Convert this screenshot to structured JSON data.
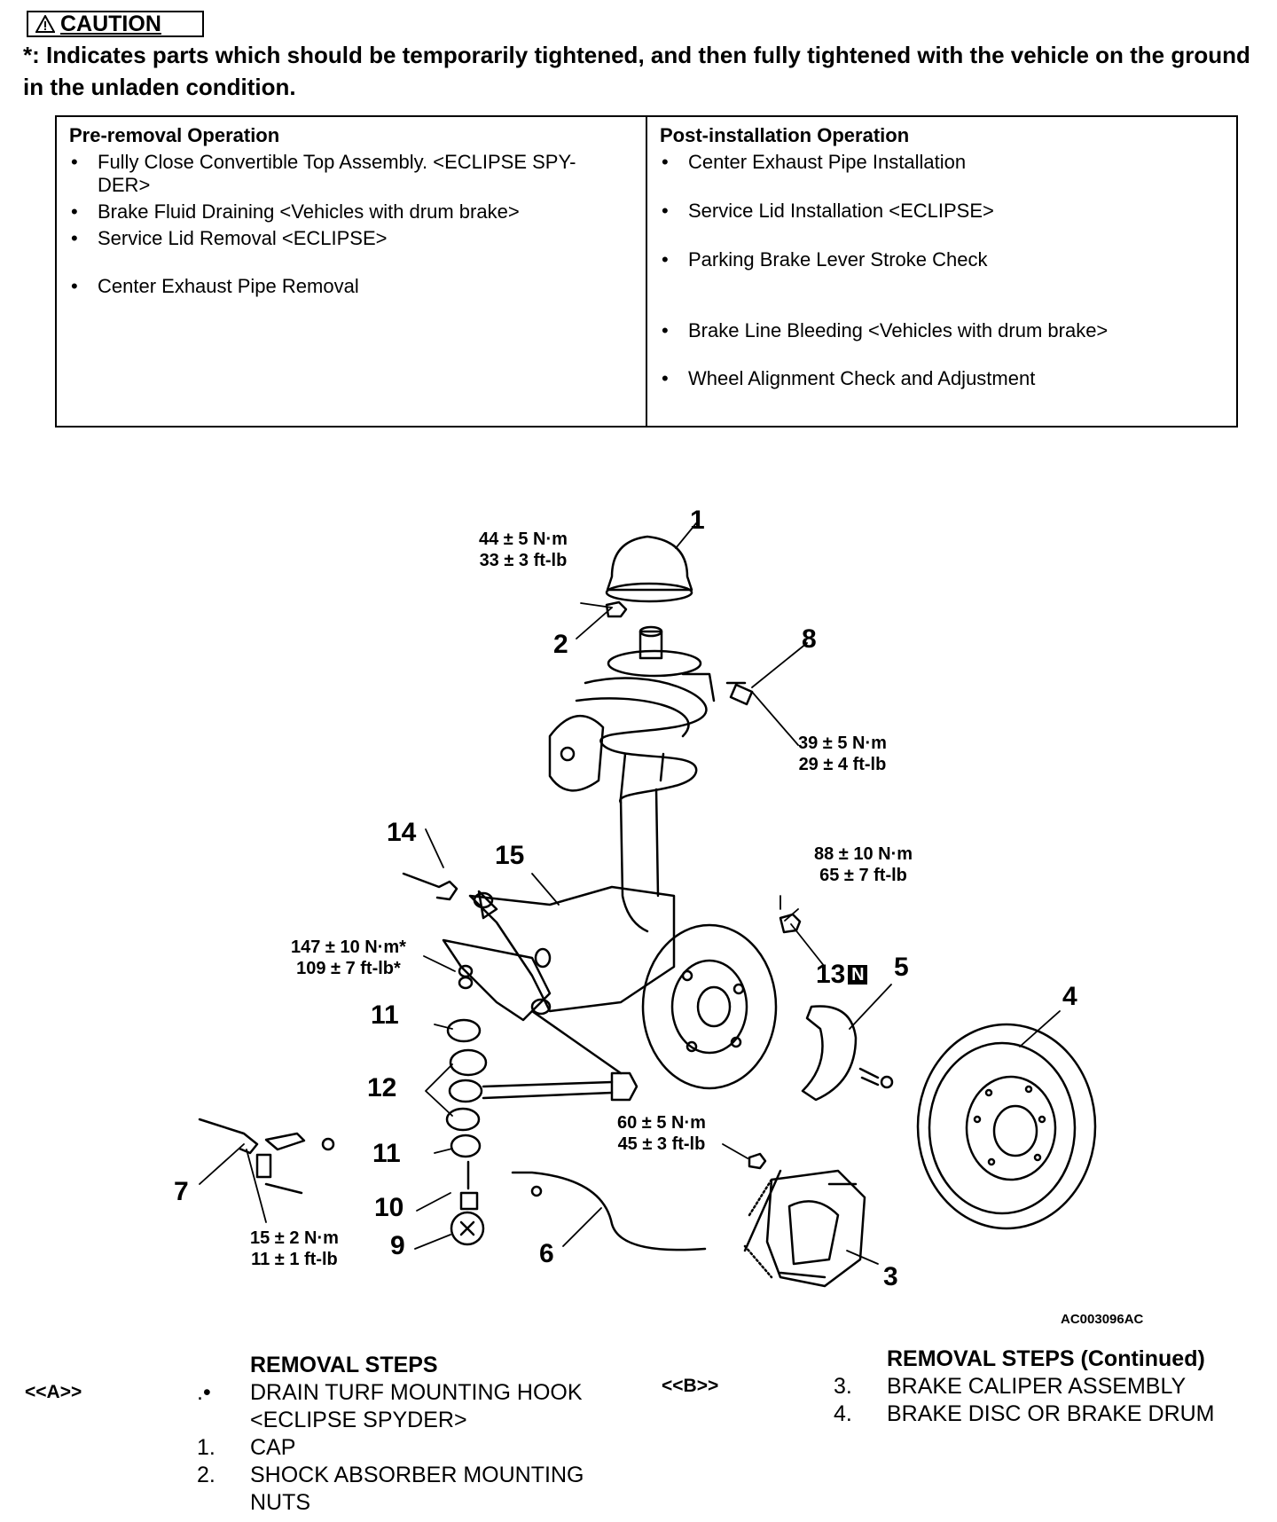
{
  "caution": {
    "label": "CAUTION",
    "note": "*: Indicates parts which should be temporarily tightened, and then fully tightened with the vehicle on the ground in the unladen condition."
  },
  "pre_removal": {
    "heading": "Pre-removal Operation",
    "items": [
      "Fully Close Convertible Top Assembly. <ECLIPSE SPY-DER>",
      "Brake Fluid Draining <Vehicles with drum brake>",
      "Service Lid Removal <ECLIPSE>",
      "Center Exhaust Pipe Removal"
    ]
  },
  "post_installation": {
    "heading": "Post-installation Operation",
    "items": [
      "Center Exhaust Pipe Installation",
      "Service Lid Installation <ECLIPSE>",
      "Parking Brake Lever Stroke Check",
      "Brake Line Bleeding <Vehicles with drum brake>",
      "Wheel Alignment Check and Adjustment"
    ]
  },
  "bullet": "•",
  "diagram": {
    "callouts": [
      "1",
      "2",
      "3",
      "4",
      "5",
      "6",
      "7",
      "8",
      "9",
      "10",
      "11",
      "11",
      "12",
      "13",
      "14",
      "15"
    ],
    "new_part_badge": "N",
    "torques": [
      {
        "nm": "44 ± 5 N·m",
        "ftlb": "33 ± 3 ft-lb"
      },
      {
        "nm": "39 ± 5 N·m",
        "ftlb": "29 ± 4 ft-lb"
      },
      {
        "nm": "88 ± 10 N·m",
        "ftlb": "65 ± 7 ft-lb"
      },
      {
        "nm": "147 ± 10 N·m*",
        "ftlb": "109 ± 7 ft-lb*"
      },
      {
        "nm": "60 ± 5 N·m",
        "ftlb": "45 ± 3 ft-lb"
      },
      {
        "nm": "15 ± 2 N·m",
        "ftlb": "11 ± 1 ft-lb"
      }
    ],
    "figure_code": "AC003096AC"
  },
  "removal_steps": {
    "heading": "REMOVAL STEPS",
    "marker_a": "<<A>>",
    "steps": [
      {
        "num": ".•",
        "text": "DRAIN TURF MOUNTING HOOK <ECLIPSE SPYDER>"
      },
      {
        "num": "1.",
        "text": "CAP"
      },
      {
        "num": "2.",
        "text": "SHOCK ABSORBER MOUNTING NUTS"
      }
    ]
  },
  "removal_steps_cont": {
    "heading": "REMOVAL STEPS (Continued)",
    "marker_b": "<<B>>",
    "steps": [
      {
        "num": "3.",
        "text": "BRAKE CALIPER ASSEMBLY"
      },
      {
        "num": "4.",
        "text": "BRAKE DISC OR BRAKE DRUM"
      }
    ]
  }
}
